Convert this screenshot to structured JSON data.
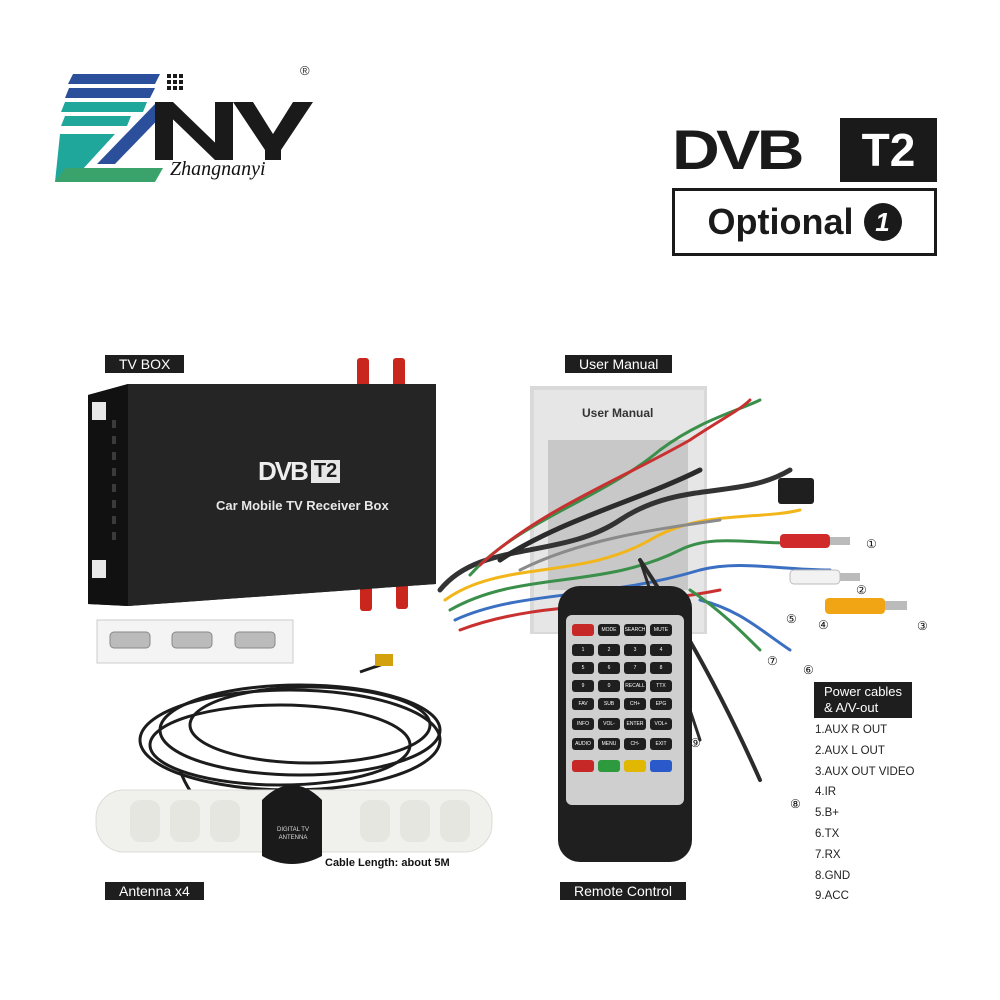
{
  "brand": {
    "logo_text": "ZNY",
    "sub_text": "Zhangnanyi",
    "registered_mark": "®"
  },
  "badge": {
    "dvb": "DVB",
    "t2": "T2",
    "optional": "Optional",
    "number": "1"
  },
  "labels": {
    "tv_box": "TV BOX",
    "user_manual": "User Manual",
    "antenna": "Antenna x4",
    "remote": "Remote Control",
    "power_cables": "Power cables\n& A/V-out"
  },
  "box": {
    "brand_dvb": "DVB",
    "brand_t2": "T2",
    "caption": "Car Mobile TV Receiver Box"
  },
  "manual": {
    "title": "User Manual"
  },
  "antenna": {
    "label": "DIGITAL TV\nANTENNA",
    "cable_length": "Cable Length: about 5M"
  },
  "connectors": [
    "①",
    "②",
    "③",
    "④",
    "⑤",
    "⑥",
    "⑦",
    "⑧",
    "⑨"
  ],
  "pin_list": [
    "1.AUX R OUT",
    "2.AUX L OUT",
    "3.AUX OUT VIDEO",
    "4.IR",
    "5.B+",
    "6.TX",
    "7.RX",
    "8.GND",
    "9.ACC"
  ],
  "remote_keys": [
    "MODE",
    "SEARCH",
    "MUTE",
    "1",
    "2",
    "3",
    "4",
    "5",
    "6",
    "7",
    "8",
    "9",
    "0",
    "RECALL",
    "TTX",
    "FAV",
    "SUB",
    "CH+",
    "EPG",
    "INFO",
    "VOL-",
    "ENTER",
    "VOL+",
    "AUDIO",
    "MENU",
    "CH-",
    "EXIT"
  ],
  "colors": {
    "teal": "#1fa79b",
    "blue": "#2c4f9b",
    "green": "#3aa36b",
    "dark": "#1a1a1a",
    "antenna_red": "#c9261e"
  }
}
